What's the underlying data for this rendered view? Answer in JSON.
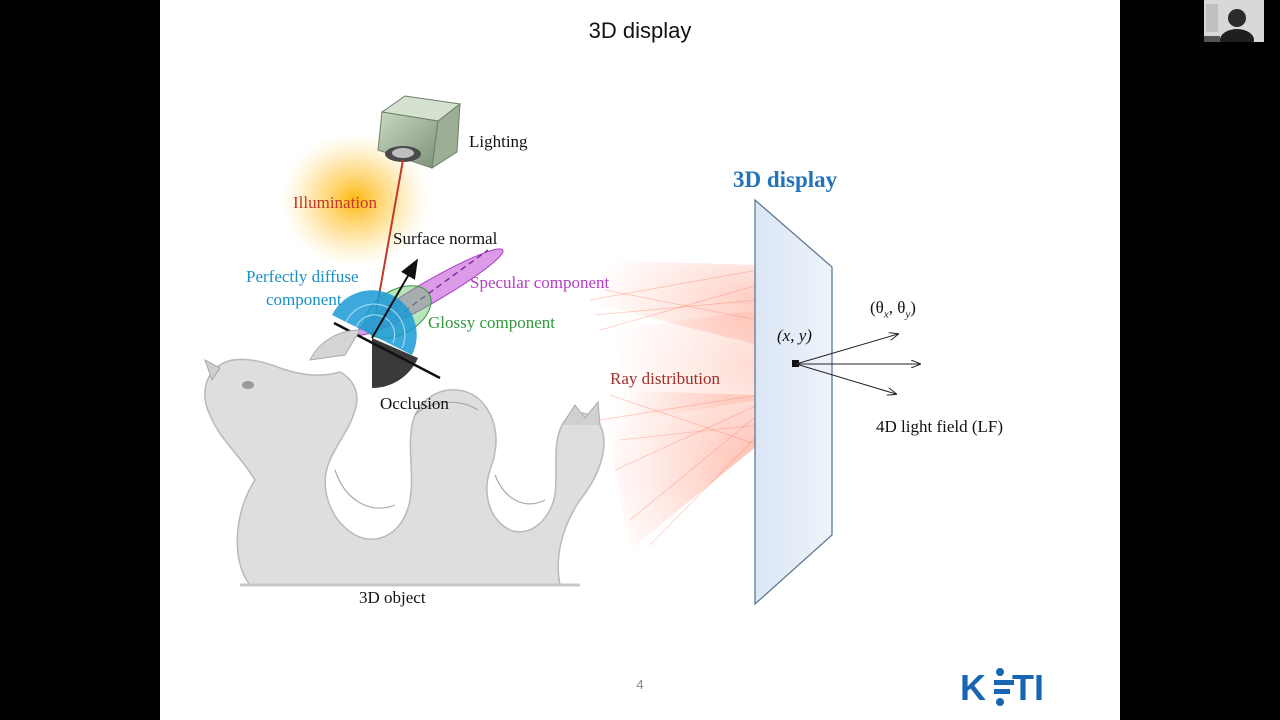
{
  "slide": {
    "title": "3D display",
    "page_number": "4"
  },
  "labels": {
    "lighting": "Lighting",
    "illumination": "Illumination",
    "surface_normal": "Surface normal",
    "perfectly_diffuse": "Perfectly diffuse",
    "component": "component",
    "specular": "Specular component",
    "glossy": "Glossy component",
    "occlusion": "Occlusion",
    "object": "3D object",
    "display_title": "3D display",
    "ray_distribution": "Ray distribution",
    "angle_coord_open": "(θ",
    "angle_sub_x": "x",
    "angle_mid": ", θ",
    "angle_sub_y": "y",
    "angle_close": ")",
    "position_coord": "(x, y)",
    "light_field": "4D light field (LF)"
  },
  "logo": {
    "text_left": "K",
    "text_right": "TI"
  },
  "colors": {
    "illumination": "#c0392b",
    "diffuse": "#1a8fc9",
    "specular": "#b23cc2",
    "glossy": "#2e9a3a",
    "display_title": "#2273b8",
    "ray_label": "#a0302a",
    "logo": "#1766b3"
  }
}
